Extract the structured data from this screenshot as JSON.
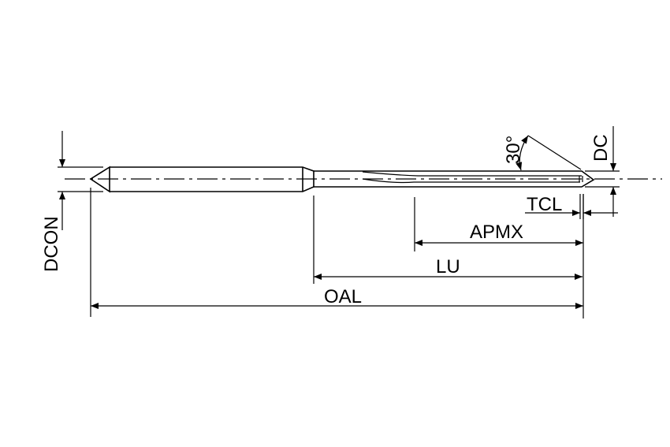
{
  "diagram": {
    "labels": {
      "dcon": "DCON",
      "dc": "DC",
      "angle": "30°",
      "tcl": "TCL",
      "apmx": "APMX",
      "lu": "LU",
      "oal": "OAL"
    }
  }
}
